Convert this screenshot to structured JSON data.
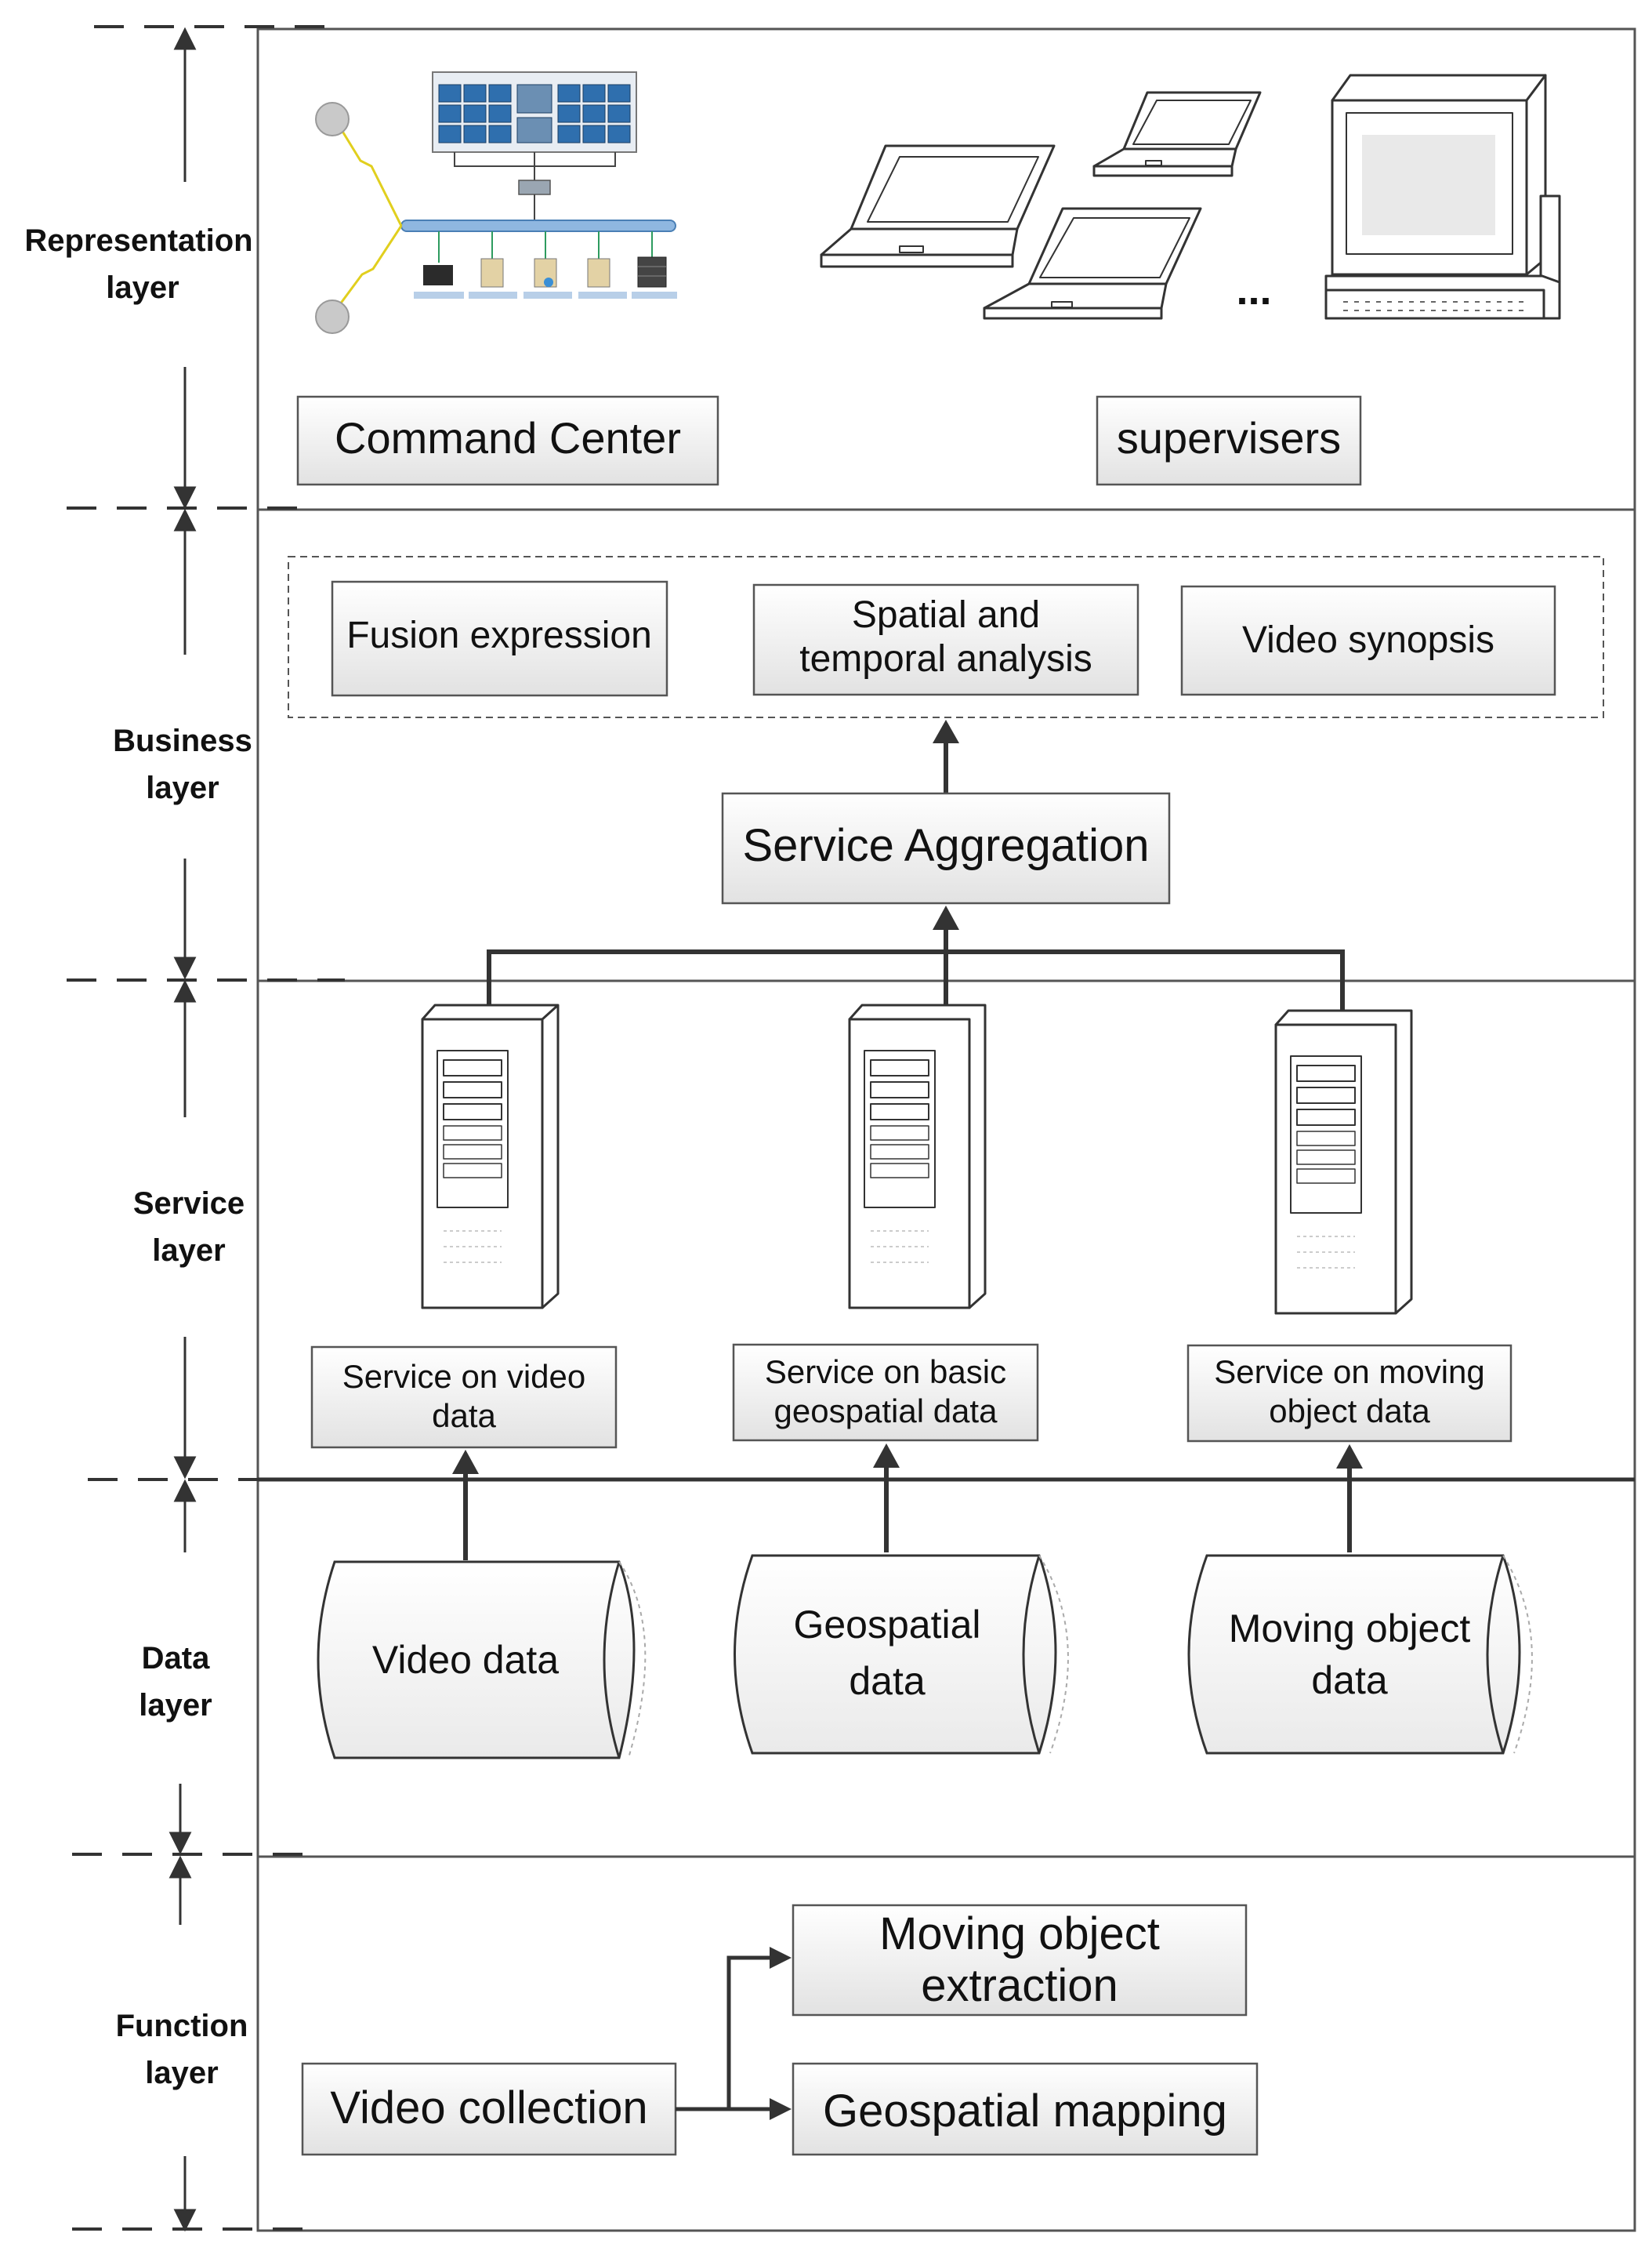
{
  "layers": [
    {
      "line1": "Representation",
      "line2": "layer"
    },
    {
      "line1": "Business",
      "line2": "layer"
    },
    {
      "line1": "Service",
      "line2": "layer"
    },
    {
      "line1": "Data",
      "line2": "layer"
    },
    {
      "line1": "Function",
      "line2": "layer"
    }
  ],
  "representation": {
    "command_center": "Command Center",
    "supervisers": "supervisers",
    "ellipsis": "..."
  },
  "business": {
    "fusion_expression": "Fusion expression",
    "spatial_line1": "Spatial and",
    "spatial_line2": "temporal analysis",
    "video_synopsis": "Video synopsis",
    "service_aggregation": "Service Aggregation"
  },
  "service": {
    "video_line1": "Service on video",
    "video_line2": "data",
    "geo_line1": "Service on basic",
    "geo_line2": "geospatial data",
    "moving_line1": "Service on moving",
    "moving_line2": "object data"
  },
  "data": {
    "video": "Video data",
    "geo_line1": "Geospatial",
    "geo_line2": "data",
    "moving_line1": "Moving object",
    "moving_line2": "data"
  },
  "function": {
    "extraction_line1": "Moving object",
    "extraction_line2": "extraction",
    "video_collection": "Video collection",
    "geospatial_mapping": "Geospatial mapping"
  },
  "colors": {
    "line": "#333333",
    "box_top": "#ffffff",
    "box_bottom": "#e2e2e2",
    "screen_blue": "#2f6fae",
    "bus_blue": "#8fb7e0"
  }
}
